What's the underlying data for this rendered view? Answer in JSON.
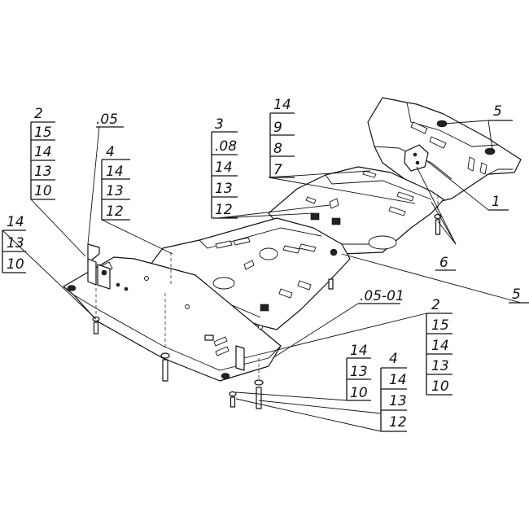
{
  "callouts": {
    "g_left": [
      "2",
      "15",
      "14",
      "13",
      "10"
    ],
    "g_05": [
      ".05"
    ],
    "g_4a": [
      "4",
      "14",
      "13",
      "12"
    ],
    "g_far_left": [
      "14",
      "13",
      "10"
    ],
    "g_3": [
      "3",
      ".08",
      "14",
      "13",
      "12"
    ],
    "g_top": [
      "14",
      "9",
      "8",
      "7"
    ],
    "g_5top": [
      "5"
    ],
    "g_1": [
      "1"
    ],
    "g_6": [
      "6"
    ],
    "g_5mid": [
      "5"
    ],
    "g_0501": [
      ".05-01"
    ],
    "g_right": [
      "2",
      "15",
      "14",
      "13",
      "10"
    ],
    "g_bot1": [
      "14",
      "13",
      "10"
    ],
    "g_bot2": [
      "4",
      "14",
      "13",
      "12"
    ]
  }
}
